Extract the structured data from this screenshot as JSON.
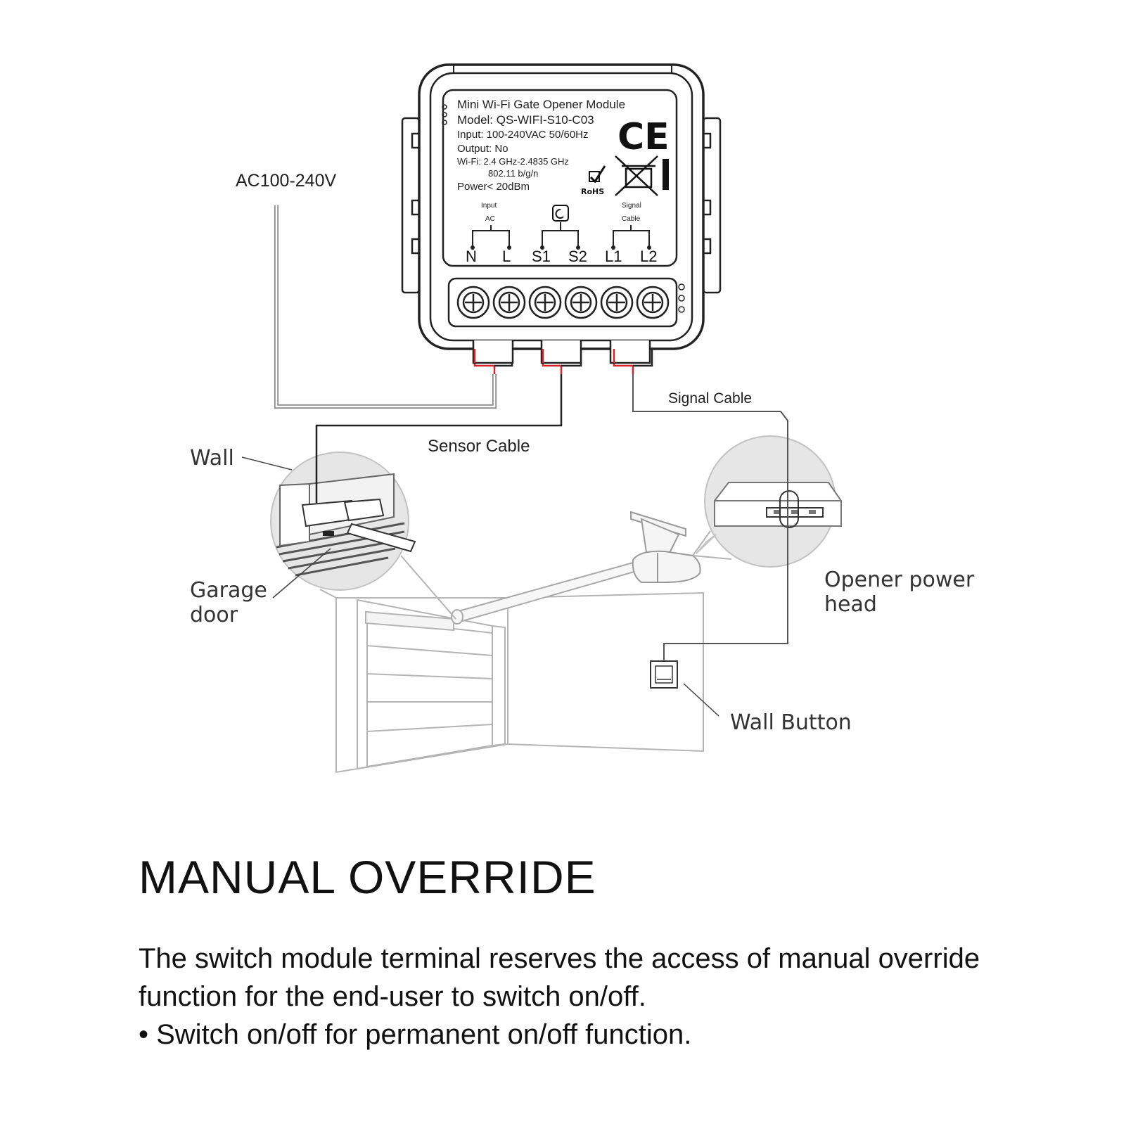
{
  "module": {
    "title": "Mini Wi-Fi Gate Opener Module",
    "model": "Model: QS-WIFI-S10-C03",
    "input": "Input: 100-240VAC 50/60Hz",
    "output": "Output: No",
    "wifi": "Wi-Fi: 2.4 GHz-2.4835 GHz",
    "wifi_std": "802.11 b/g/n",
    "power": "Power< 20dBm",
    "ce_mark": "CE",
    "rohs": "RoHS",
    "group_input_line1": "Input",
    "group_input_line2": "AC",
    "group_signal_line1": "Signal",
    "group_signal_line2": "Cable",
    "terminals": [
      "N",
      "L",
      "S1",
      "S2",
      "L1",
      "L2"
    ]
  },
  "labels": {
    "ac_supply": "AC100-240V",
    "signal_cable": "Signal Cable",
    "sensor_cable": "Sensor Cable",
    "wall": "Wall",
    "garage_door_line1": "Garage",
    "garage_door_line2": "door",
    "opener_line1": "Opener power",
    "opener_line2": "head",
    "wall_button": "Wall Button"
  },
  "section": {
    "heading": "MANUAL OVERRIDE",
    "paragraph": "The switch module terminal reserves the access of manual override function for the end-user to switch on/off.",
    "bullet": "• Switch on/off for permanent on/off function."
  },
  "colors": {
    "wire_red": "#d8232a",
    "line_dark": "#222222",
    "line_gray": "#8c8c8c",
    "detail_fill": "#e6e6e6"
  }
}
